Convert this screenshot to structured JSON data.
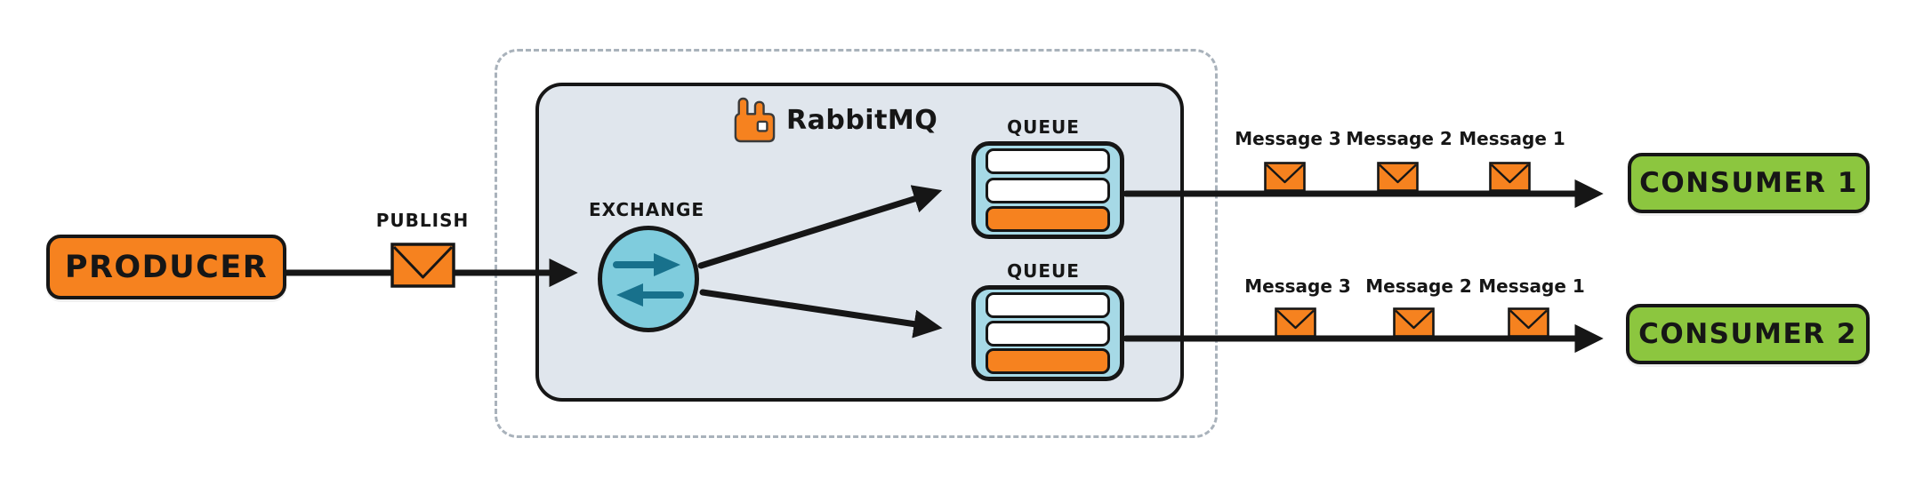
{
  "producer": {
    "label": "PRODUCER"
  },
  "publish": {
    "label": "PUBLISH"
  },
  "broker": {
    "name": "RabbitMQ",
    "exchange_label": "EXCHANGE",
    "queues": [
      {
        "label": "QUEUE"
      },
      {
        "label": "QUEUE"
      }
    ]
  },
  "flows": [
    {
      "messages": [
        "Message 3",
        "Message 2",
        "Message 1"
      ],
      "consumer_label": "CONSUMER 1"
    },
    {
      "messages": [
        "Message 3",
        "Message 2",
        "Message 1"
      ],
      "consumer_label": "CONSUMER 2"
    }
  ],
  "icons": {
    "logo": "rabbitmq-logo-icon",
    "envelope": "envelope-icon",
    "exchange_arrows": "exchange-arrows-icon"
  },
  "colors": {
    "orange": "#f6821f",
    "green": "#8cc63f",
    "exchange_blue": "#7fccdd",
    "queue_blue": "#a6d9e6",
    "teal": "#18718c",
    "server_fill": "#e0e6ed",
    "dash_gray": "#a9b2bb",
    "ink": "#161616"
  }
}
